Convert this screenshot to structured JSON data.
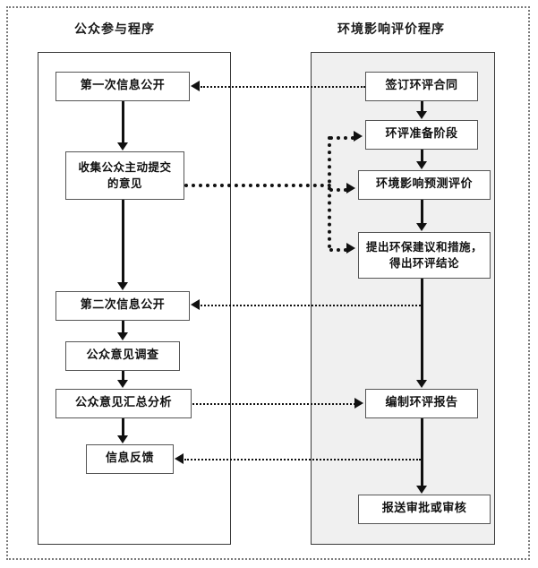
{
  "diagram": {
    "columns": {
      "left": {
        "title": "公众参与程序"
      },
      "right": {
        "title": "环境影响评价程序"
      }
    },
    "left_nodes": [
      {
        "id": "first-disclosure",
        "label": "第一次信息公开"
      },
      {
        "id": "collect-opinions",
        "label": "收集公众主动提交的意见"
      },
      {
        "id": "second-disclosure",
        "label": "第二次信息公开"
      },
      {
        "id": "opinion-survey",
        "label": "公众意见调查"
      },
      {
        "id": "opinion-analysis",
        "label": "公众意见汇总分析"
      },
      {
        "id": "feedback",
        "label": "信息反馈"
      }
    ],
    "right_nodes": [
      {
        "id": "sign-contract",
        "label": "签订环评合同"
      },
      {
        "id": "prep-stage",
        "label": "环评准备阶段"
      },
      {
        "id": "impact-predict",
        "label": "环境影响预测评价"
      },
      {
        "id": "conclusion",
        "label": "提出环保建议和措施，得出环评结论"
      },
      {
        "id": "compile-report",
        "label": "编制环评报告"
      },
      {
        "id": "submit-approval",
        "label": "报送审批或审核"
      }
    ],
    "colors": {
      "right_panel_fill": "#f0f0f0",
      "left_panel_fill": "#ffffff",
      "line": "#111111",
      "border": "#555555",
      "page_border": "#7a7a7a"
    }
  }
}
